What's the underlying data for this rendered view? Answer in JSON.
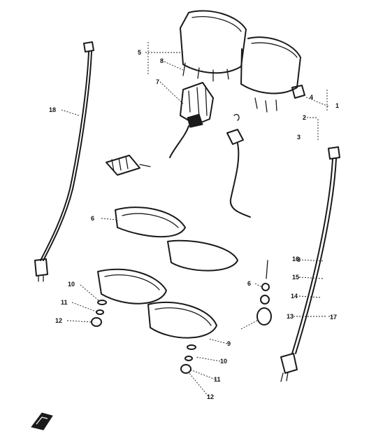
{
  "diagram": {
    "callouts": [
      {
        "id": "c1",
        "label": "1"
      },
      {
        "id": "c2",
        "label": "2"
      },
      {
        "id": "c3",
        "label": "3"
      },
      {
        "id": "c4",
        "label": "4"
      },
      {
        "id": "c5",
        "label": "5"
      },
      {
        "id": "c6a",
        "label": "6"
      },
      {
        "id": "c7",
        "label": "7"
      },
      {
        "id": "c8a",
        "label": "8"
      },
      {
        "id": "c8b",
        "label": "8"
      },
      {
        "id": "c6b",
        "label": "6"
      },
      {
        "id": "c9",
        "label": "9"
      },
      {
        "id": "c10a",
        "label": "10"
      },
      {
        "id": "c10b",
        "label": "10"
      },
      {
        "id": "c11a",
        "label": "11"
      },
      {
        "id": "c11b",
        "label": "11"
      },
      {
        "id": "c12a",
        "label": "12"
      },
      {
        "id": "c12b",
        "label": "12"
      },
      {
        "id": "c13",
        "label": "13"
      },
      {
        "id": "c14",
        "label": "14"
      },
      {
        "id": "c15",
        "label": "15"
      },
      {
        "id": "c16",
        "label": "16"
      },
      {
        "id": "c17",
        "label": "17"
      },
      {
        "id": "c18",
        "label": "18"
      }
    ]
  }
}
